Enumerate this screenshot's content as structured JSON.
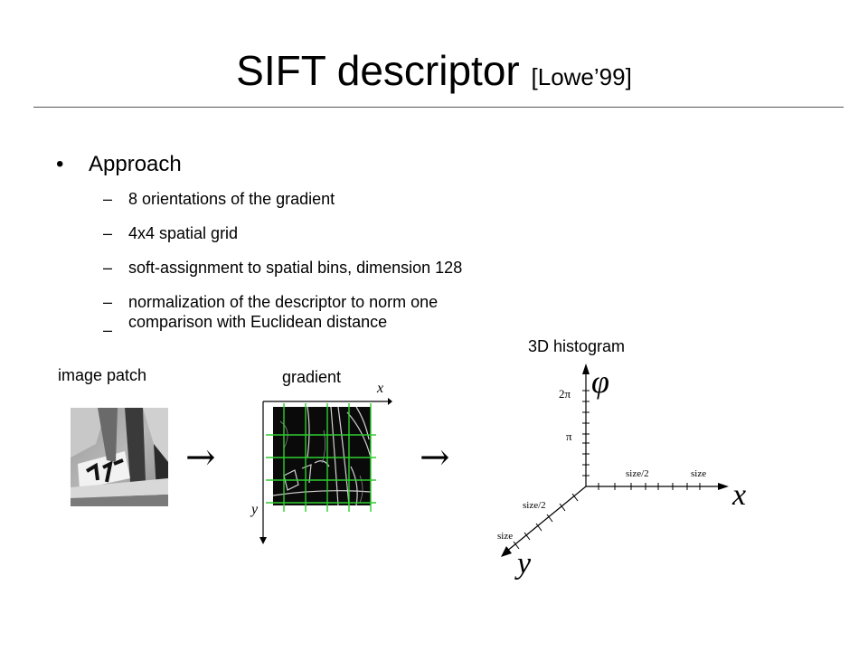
{
  "slide": {
    "title": "SIFT descriptor",
    "title_citation": "[Lowe’99]",
    "bullet": {
      "marker": "•",
      "text": "Approach",
      "sub_marker": "–",
      "sub_items": [
        "8 orientations of the gradient",
        "4x4 spatial grid",
        "soft-assignment to spatial bins, dimension 128",
        "normalization of the descriptor to norm one",
        "comparison with Euclidean distance"
      ]
    }
  },
  "figure": {
    "image_patch_label": "image patch",
    "gradient_label": "gradient",
    "histogram_label": "3D histogram",
    "arrow": "→",
    "gradient_axes": {
      "x": "x",
      "y": "y"
    },
    "histogram_axes": {
      "phi": "φ",
      "x": "x",
      "y": "y",
      "two_pi": "2π",
      "pi": "π",
      "x_half": "size/2",
      "x_full": "size",
      "y_half": "size/2",
      "y_full": "size"
    },
    "grid_color": "#2ecc2e"
  }
}
